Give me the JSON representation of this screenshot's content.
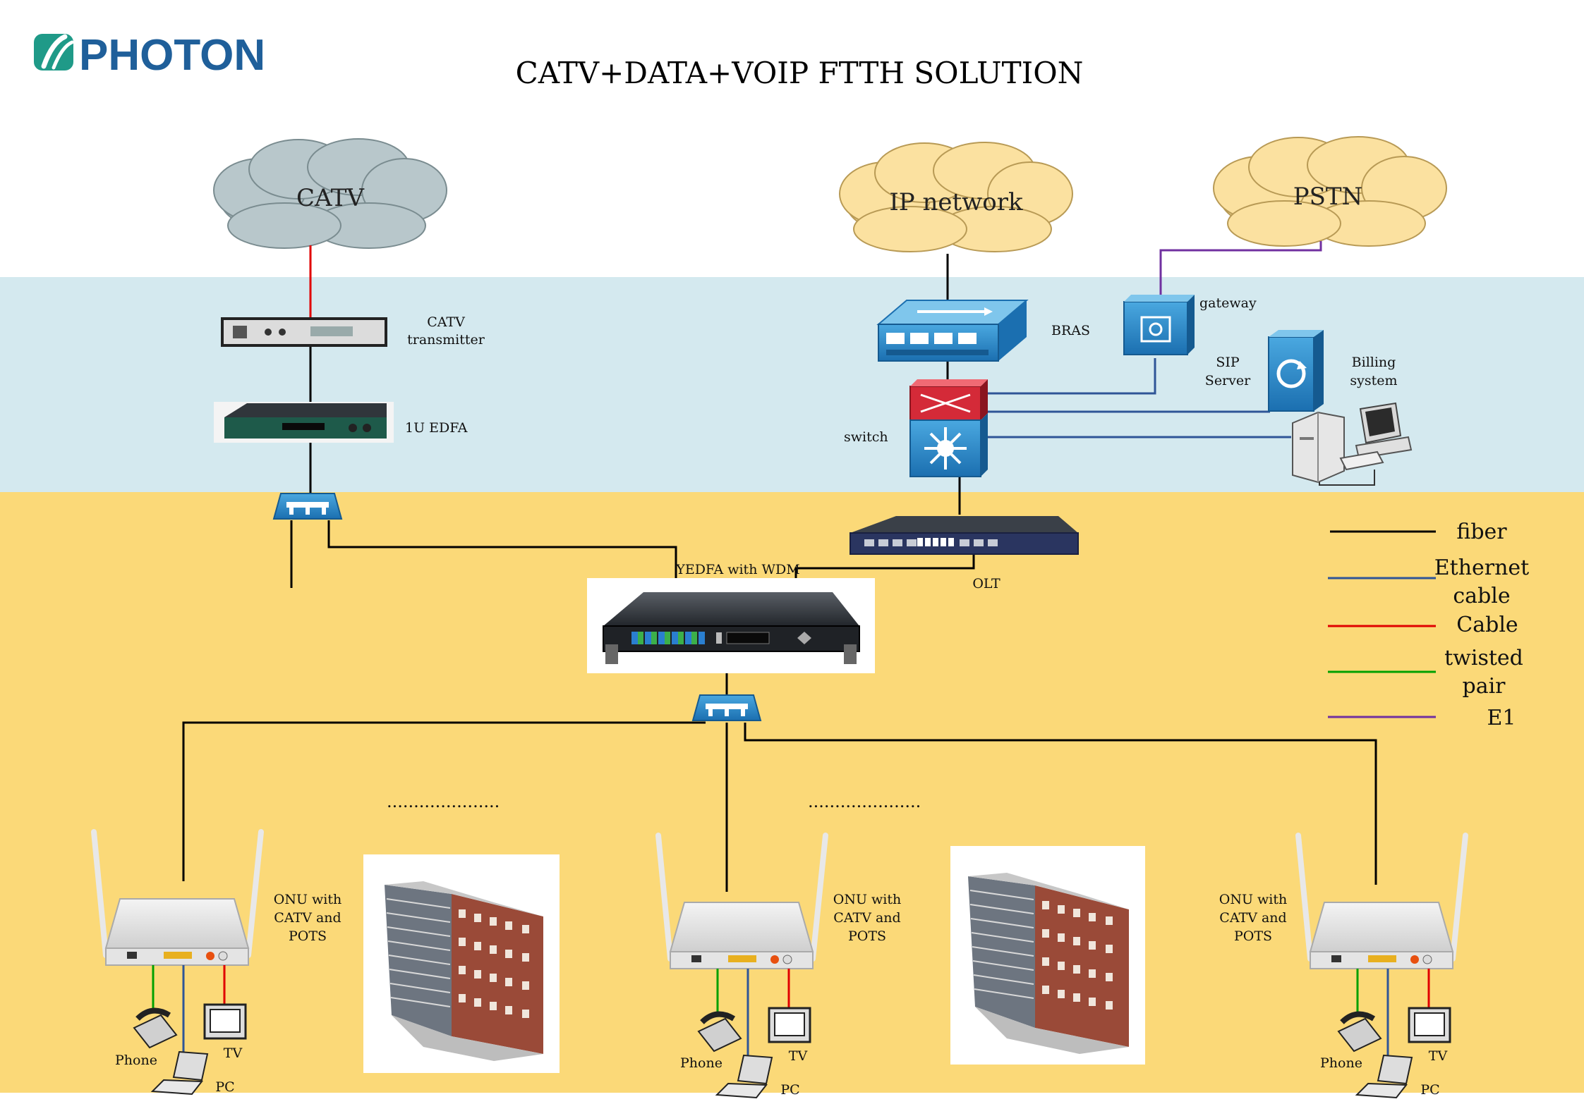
{
  "logo": {
    "brand": "PHOTON"
  },
  "title": "CATV+DATA+VOIP FTTH SOLUTION",
  "clouds": {
    "catv": "CATV",
    "ip_network": "IP network",
    "pstn": "PSTN"
  },
  "devices": {
    "catv_transmitter": [
      "CATV",
      "transmitter"
    ],
    "edfa": "1U EDFA",
    "bras": "BRAS",
    "gateway": "gateway",
    "sip_server": [
      "SIP",
      "Server"
    ],
    "billing_system": [
      "Billing",
      "system"
    ],
    "switch": "switch",
    "olt": "OLT",
    "yedfa": "YEDFA with WDM"
  },
  "onu_label": [
    "ONU with",
    "CATV and",
    "POTS"
  ],
  "terminals": {
    "phone": "Phone",
    "tv": "TV",
    "pc": "PC"
  },
  "dots": ".....................",
  "legend": {
    "fiber": [
      "fiber"
    ],
    "ethernet": [
      "Ethernet",
      "cable"
    ],
    "cable": [
      "Cable"
    ],
    "twisted": [
      "twisted",
      "pair"
    ],
    "e1": [
      "E1"
    ]
  },
  "colors": {
    "fiber": "#000000",
    "ethernet": "#2f5597",
    "cable": "#e00000",
    "twisted_pair": "#00a000",
    "e1": "#7030a0",
    "headend_band": "#d4e9ef",
    "access_band": "#fbd978",
    "catv_cloud": "#b8c7cb",
    "ip_cloud": "#fbe1a0",
    "pstn_cloud": "#fbe1a0",
    "device_blue": "#2a8fd0",
    "switch_red": "#d42a38"
  }
}
